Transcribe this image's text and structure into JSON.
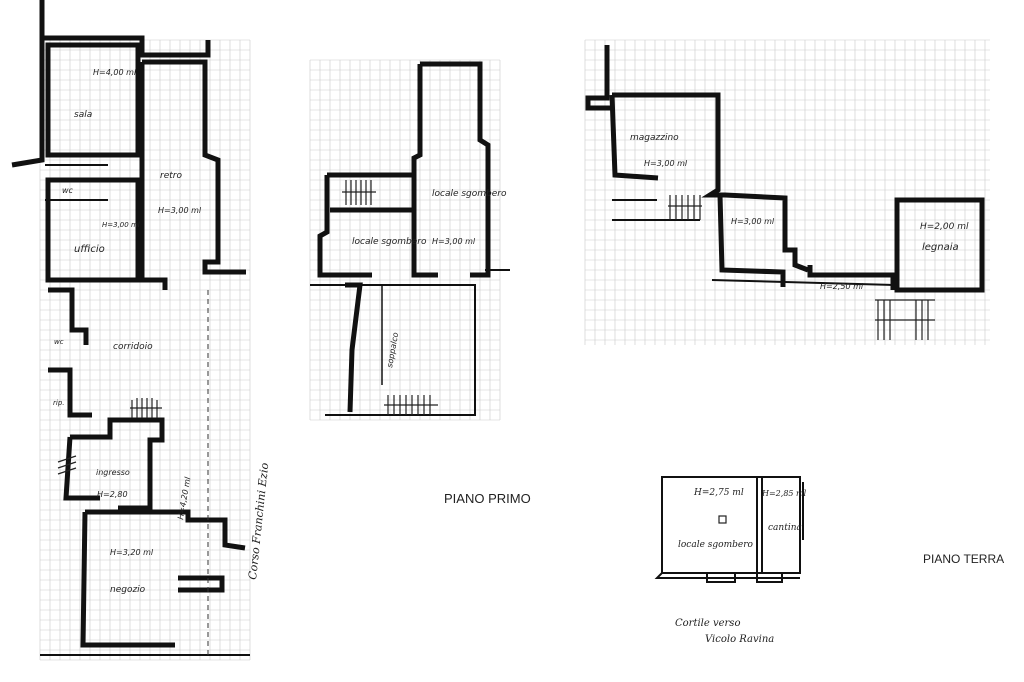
{
  "sheets": {
    "left": {
      "rooms": [
        {
          "id": "sala",
          "name": "sala",
          "height": "H=4,00 ml"
        },
        {
          "id": "wc",
          "name": "wc",
          "height": ""
        },
        {
          "id": "ufficio",
          "name": "ufficio",
          "height": "H=3,00 ml"
        },
        {
          "id": "retro",
          "name": "retro",
          "height": "H=3,00 ml"
        },
        {
          "id": "corridoio",
          "name": "corridoio",
          "height": ""
        },
        {
          "id": "wc2",
          "name": "wc",
          "height": ""
        },
        {
          "id": "rip",
          "name": "rip.",
          "height": ""
        },
        {
          "id": "ingresso",
          "name": "ingresso",
          "height": "H=2,80"
        },
        {
          "id": "negozio",
          "name": "negozio",
          "height": "H=3,20 ml"
        },
        {
          "id": "h_long",
          "name": "",
          "height": "H=4,20 ml"
        }
      ],
      "street": "Corso Franchini Ezio"
    },
    "middle": {
      "title": "PIANO PRIMO",
      "rooms": [
        {
          "id": "locale_sgombero_a",
          "name": "locale sgombero",
          "height": ""
        },
        {
          "id": "locale_sgombero_b",
          "name": "locale sgombero",
          "height": "H=3,00 ml"
        },
        {
          "id": "soppalco",
          "name": "soppalco",
          "height": ""
        }
      ]
    },
    "right": {
      "title": "PIANO TERRA",
      "rooms": [
        {
          "id": "magazzino",
          "name": "magazzino",
          "height": "H=3,00 ml"
        },
        {
          "id": "mid_room",
          "name": "",
          "height": "H=3,00 ml"
        },
        {
          "id": "corr_low",
          "name": "",
          "height": "H=2,50 ml"
        },
        {
          "id": "legnaia",
          "name": "legnaia",
          "height": "H=2,00 ml"
        }
      ]
    },
    "cellar": {
      "rooms": [
        {
          "id": "locale_sgombero_c",
          "name": "locale sgombero",
          "height": "H=2,75 ml"
        },
        {
          "id": "cantina",
          "name": "cantina",
          "height": "H=2,85 ml"
        }
      ],
      "note_line1": "Cortile verso",
      "note_line2": "Vicolo Ravina"
    }
  }
}
